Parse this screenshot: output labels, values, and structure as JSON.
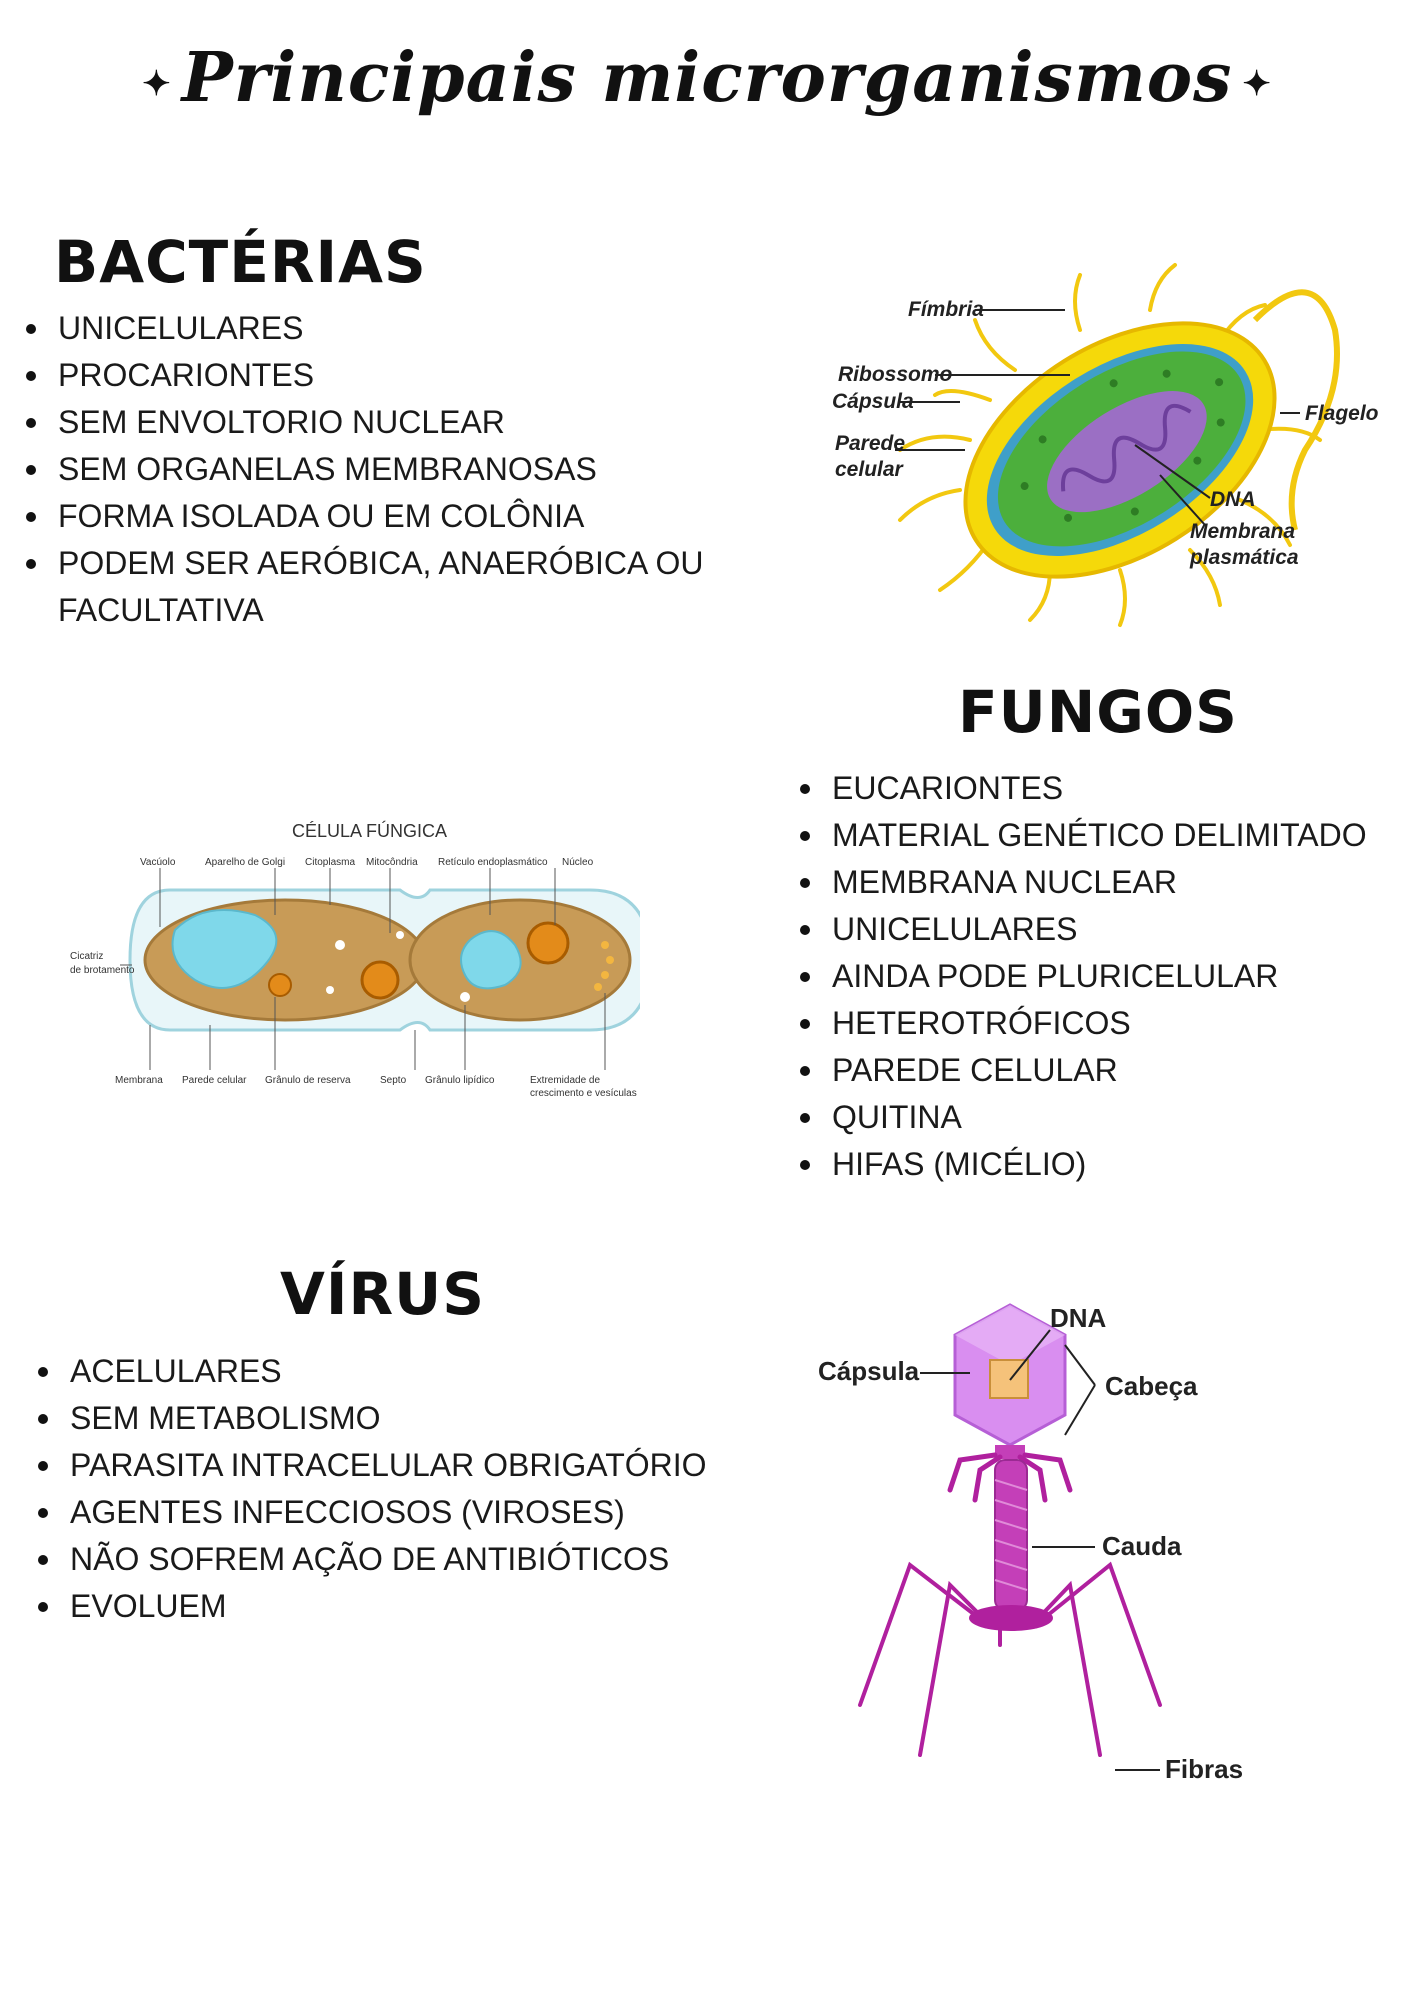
{
  "title": "Principais microrganismos",
  "sections": {
    "bacterias": {
      "heading": "BACTÉRIAS",
      "items": [
        "UNICELULARES",
        "PROCARIONTES",
        "SEM ENVOLTORIO NUCLEAR",
        "SEM ORGANELAS MEMBRANOSAS",
        "FORMA ISOLADA OU EM COLÔNIA",
        "PODEM SER AERÓBICA, ANAERÓBICA OU FACULTATIVA"
      ],
      "diagram_labels": {
        "fimbria": "Fímbria",
        "ribossomo": "Ribossomo",
        "capsula": "Cápsula",
        "parede1": "Parede",
        "parede2": "celular",
        "flagelo": "Flagelo",
        "dna": "DNA",
        "membrana1": "Membrana",
        "membrana2": "plasmática"
      }
    },
    "fungos": {
      "heading": "FUNGOS",
      "items": [
        "EUCARIONTES",
        "MATERIAL GENÉTICO DELIMITADO",
        "MEMBRANA NUCLEAR",
        "UNICELULARES",
        "AINDA PODE PLURICELULAR",
        "HETEROTRÓFICOS",
        "PAREDE CELULAR",
        "QUITINA",
        "HIFAS (MICÉLIO)"
      ],
      "diagram_labels": {
        "title": "CÉLULA FÚNGICA",
        "vacuolo": "Vacúolo",
        "golgi": "Aparelho de Golgi",
        "citoplasma": "Citoplasma",
        "mitocondria": "Mitocôndria",
        "reticulo": "Retículo endoplasmático",
        "nucleo": "Núcleo",
        "cicatriz1": "Cicatriz",
        "cicatriz2": "de brotamento",
        "membrana": "Membrana",
        "parede": "Parede celular",
        "granulo_reserva": "Grânulo de reserva",
        "septo": "Septo",
        "granulo_lipidico": "Grânulo lipídico",
        "extremidade1": "Extremidade de",
        "extremidade2": "crescimento e vesículas"
      }
    },
    "virus": {
      "heading": "VÍRUS",
      "items": [
        "ACELULARES",
        "SEM METABOLISMO",
        "PARASITA INTRACELULAR OBRIGATÓRIO",
        "AGENTES INFECCIOSOS (VIROSES)",
        "NÃO SOFREM AÇÃO DE ANTIBIÓTICOS",
        "EVOLUEM"
      ],
      "diagram_labels": {
        "dna": "DNA",
        "capsula": "Cápsula",
        "cabeca": "Cabeça",
        "cauda": "Cauda",
        "fibras": "Fibras"
      }
    }
  },
  "colors": {
    "bacteria_capsule": "#f5d90a",
    "bacteria_cytoplasm": "#4caf3c",
    "bacteria_dna": "#9b6fc4",
    "fungal_cytoplasm": "#c89b57",
    "fungal_vacuole": "#7fd8ea",
    "virus_head": "#d98ef0",
    "virus_tail": "#c43fb8"
  }
}
